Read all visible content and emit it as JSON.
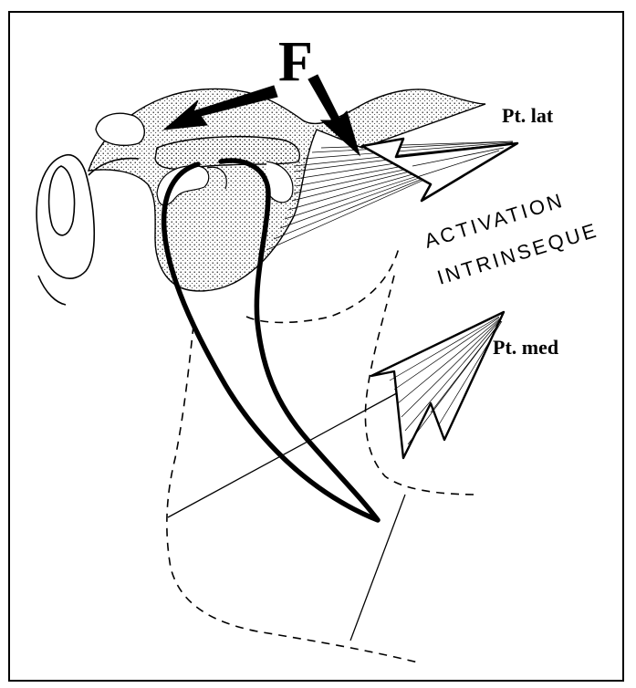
{
  "figure": {
    "label_f": "F",
    "label_pt_lat": "Pt. lat",
    "label_pt_med": "Pt. med",
    "caption_line1": "ACTIVATION",
    "caption_line2": "INTRINSEQUE"
  },
  "colors": {
    "ink": "#000000",
    "paper": "#ffffff",
    "stipple": "#000000"
  }
}
